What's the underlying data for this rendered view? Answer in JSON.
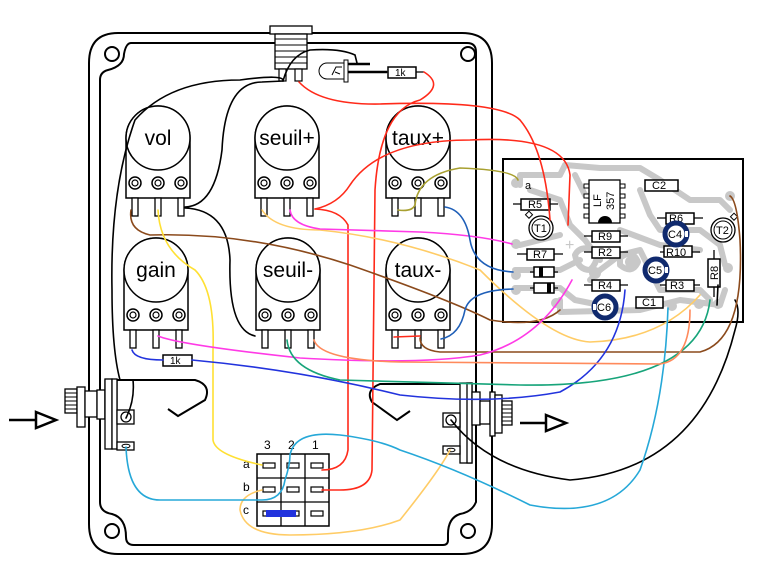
{
  "diagram": {
    "title": "",
    "enclosure": {
      "label": ""
    },
    "potentiometers": [
      {
        "id": "vol",
        "label": "vol"
      },
      {
        "id": "seuil-plus",
        "label": "seuil+"
      },
      {
        "id": "taux-plus",
        "label": "taux+"
      },
      {
        "id": "gain",
        "label": "gain"
      },
      {
        "id": "seuil-minus",
        "label": "seuil-"
      },
      {
        "id": "taux-minus",
        "label": "taux-"
      }
    ],
    "resistors_offboard": [
      {
        "id": "led-resistor",
        "label": "1k"
      },
      {
        "id": "gain-resistor",
        "label": "1k"
      }
    ],
    "switch": {
      "columns": [
        "3",
        "2",
        "1"
      ],
      "rows": [
        "a",
        "b",
        "c"
      ]
    },
    "pcb": {
      "ic": {
        "line1": "LF",
        "line2": "357"
      },
      "pad_label": "a",
      "components": {
        "R5": "R5",
        "R7": "R7",
        "R9": "R9",
        "R2": "R2",
        "R4": "R4",
        "R6": "R6",
        "R10": "R10",
        "R3": "R3",
        "R8": "R8",
        "C1": "C1",
        "C2": "C2",
        "C4": "C4",
        "C5": "C5",
        "C6": "C6",
        "T1": "T1",
        "T2": "T2"
      },
      "polarity_mark": "+"
    },
    "jacks": [
      {
        "id": "input-jack",
        "direction": "in"
      },
      {
        "id": "output-jack",
        "direction": "out"
      }
    ],
    "wire_colors": {
      "black": "#000000",
      "red": "#ff2a1a",
      "brown": "#8b4a1c",
      "yellow": "#ffe033",
      "light-orange": "#ffcc66",
      "magenta": "#ff3ae6",
      "olive": "#a8a030",
      "blue": "#1f5fb8",
      "dark-blue": "#2233dd",
      "cyan": "#26a8d8",
      "teal": "#17a47a",
      "salmon": "#ff8a5c"
    },
    "capacitor_color": "#102a6e",
    "pcb_trace_color": "#c8c8c8"
  }
}
